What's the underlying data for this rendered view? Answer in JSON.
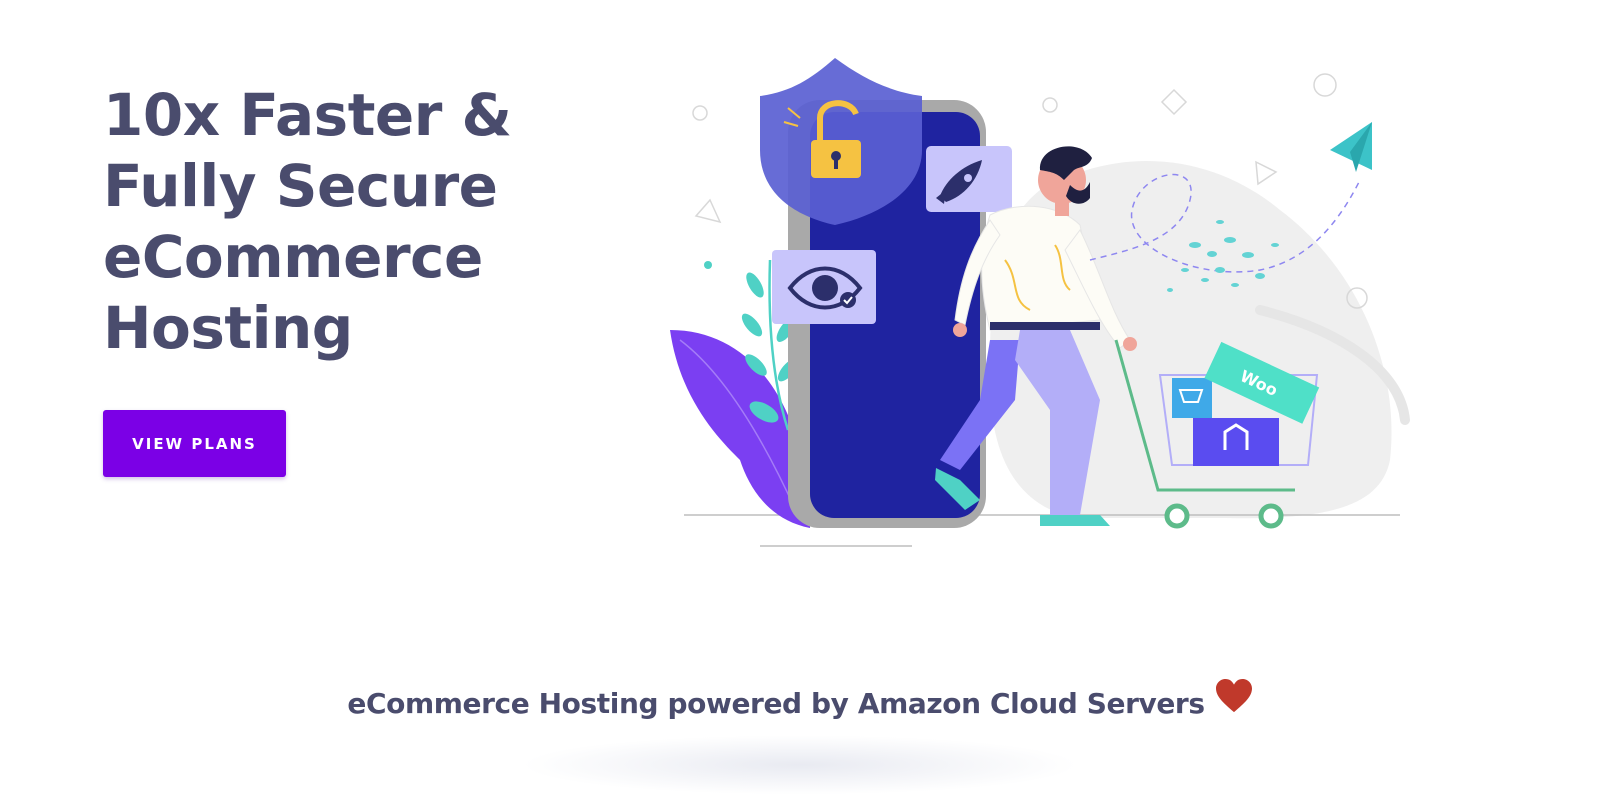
{
  "hero": {
    "title_lines": [
      "10x Faster &",
      "Fully Secure",
      "eCommerce",
      "Hosting"
    ],
    "cta_label": "VIEW PLANS"
  },
  "illustration": {
    "description_icons": [
      "shield-lock-icon",
      "phone-icon",
      "rocket-icon",
      "eye-icon",
      "shopping-cart-icon",
      "paper-plane-icon"
    ],
    "woo_badge": "Woo"
  },
  "footer_banner": {
    "text": "eCommerce Hosting powered by Amazon Cloud Servers",
    "icon": "heart-icon"
  },
  "colors": {
    "title": "#4a4c6d",
    "cta_bg": "#7b00e6",
    "heart": "#c0392b",
    "phone": "#1f23a0"
  }
}
